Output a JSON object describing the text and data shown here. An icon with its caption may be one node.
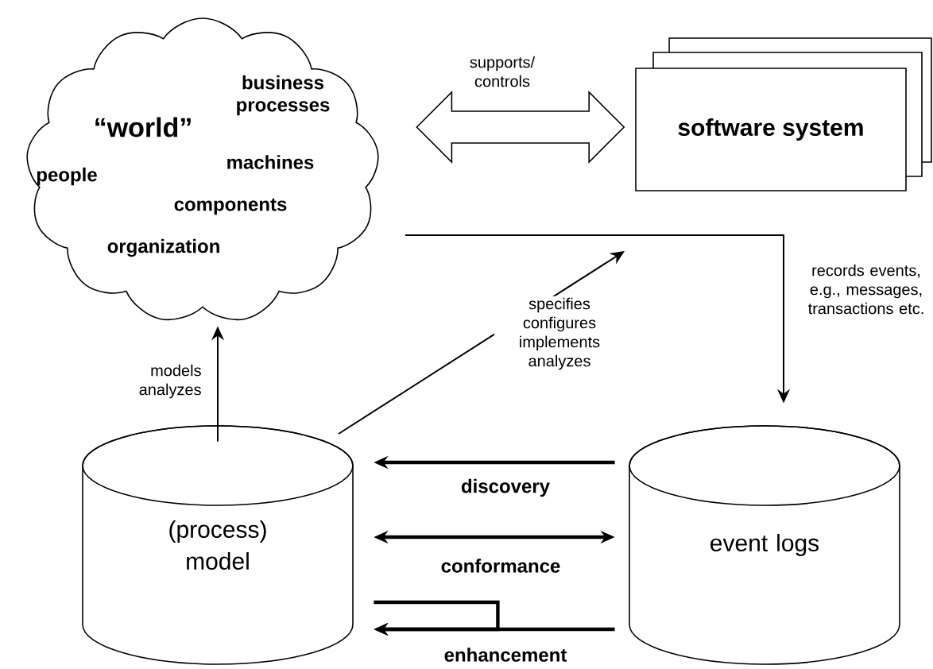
{
  "diagram": {
    "nodes": [
      {
        "text": [
          "business processes",
          "“world”",
          "machines",
          "people",
          "components",
          "organization"
        ]
      },
      {
        "text": [
          "software system"
        ]
      },
      {
        "text": [
          "(process) model"
        ]
      },
      {
        "text": [
          "event logs"
        ]
      }
    ],
    "edges": [
      {
        "from": 0,
        "to": 1,
        "arrow": "both",
        "label": "supports/ controls",
        "style": "thick"
      },
      {
        "from": 2,
        "to": 0,
        "arrow": "to",
        "label": "models analyzes"
      },
      {
        "from": 2,
        "to": null,
        "arrow": "to",
        "label": "specifies configures implements analyzes"
      },
      {
        "from": null,
        "to": 3,
        "arrow": "to",
        "label": "records events, e.g., messages, transactions etc."
      },
      {
        "from": 3,
        "to": 2,
        "arrow": "to",
        "label": "discovery"
      },
      {
        "from": 2,
        "to": 3,
        "arrow": "both",
        "label": "conformance"
      },
      {
        "from": 3,
        "to": 2,
        "arrow": "to",
        "label": "enhancement"
      },
      {
        "from": 2,
        "to": 2,
        "arrow": "to"
      }
    ]
  }
}
